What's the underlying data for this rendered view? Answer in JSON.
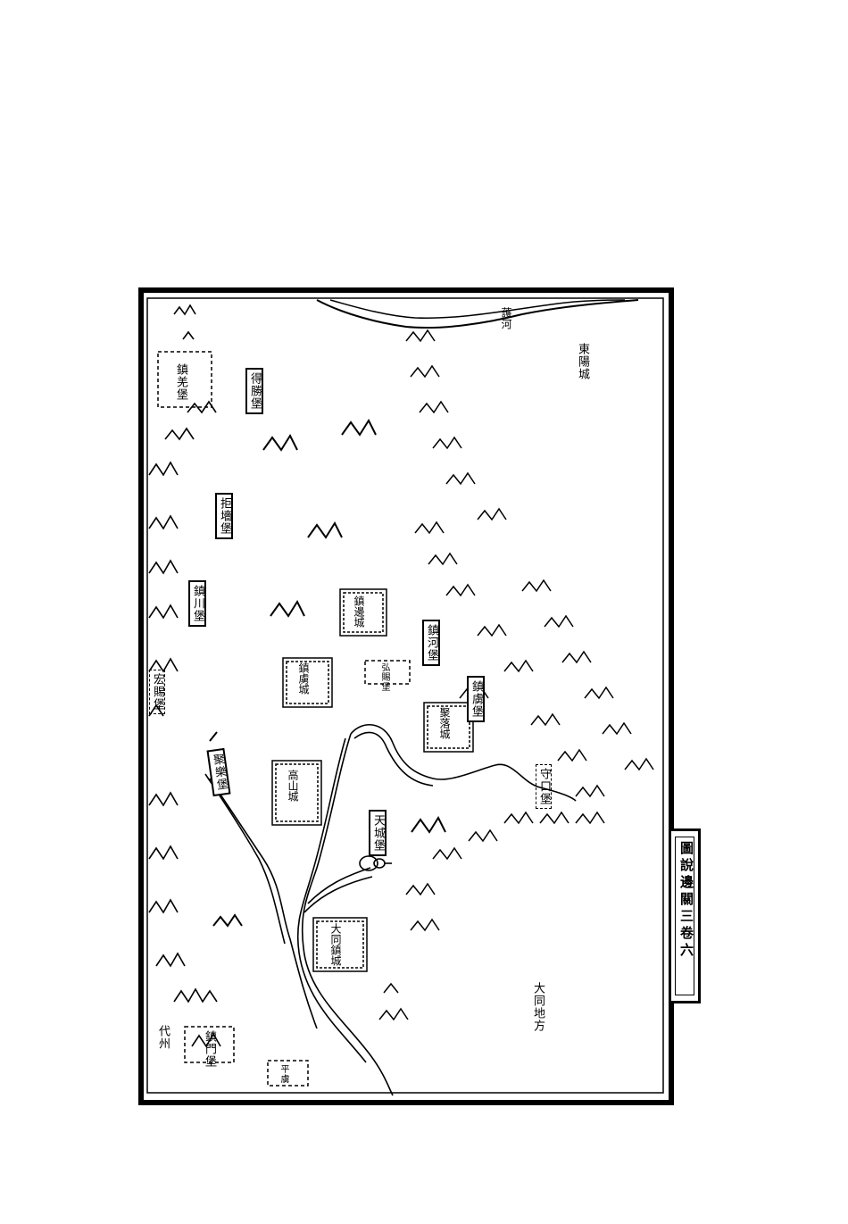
{
  "map": {
    "river_north": "䕶河",
    "label_northeast": "東陽城",
    "place_northwest_fort": "得勝堡",
    "place_upper_left_box": "鎮羌堡",
    "place_mid_left_box": "拒墻堡",
    "place_left_box": "鎮川堡",
    "place_west_edge": "宏賜堡",
    "fort_center_north": "鎮邊城",
    "fort_center_left": "鎮虜城",
    "fort_center_right": "聚落城",
    "fort_center_lower": "高山城",
    "fort_south": "大同鎮城",
    "place_right_1": "鎮河堡",
    "place_right_2": "鎮虜堡",
    "place_right_3": "守口堡",
    "place_right_4": "天城堡",
    "place_small_center": "弘賜堡",
    "place_southwest": "聚樂堡",
    "place_lower_center": "鎮門堡",
    "place_bottom_left": "代州",
    "place_bottom_center": "平虜",
    "label_southeast": "大同地方"
  },
  "side_tab": {
    "text": "圖說邊關三卷六"
  }
}
